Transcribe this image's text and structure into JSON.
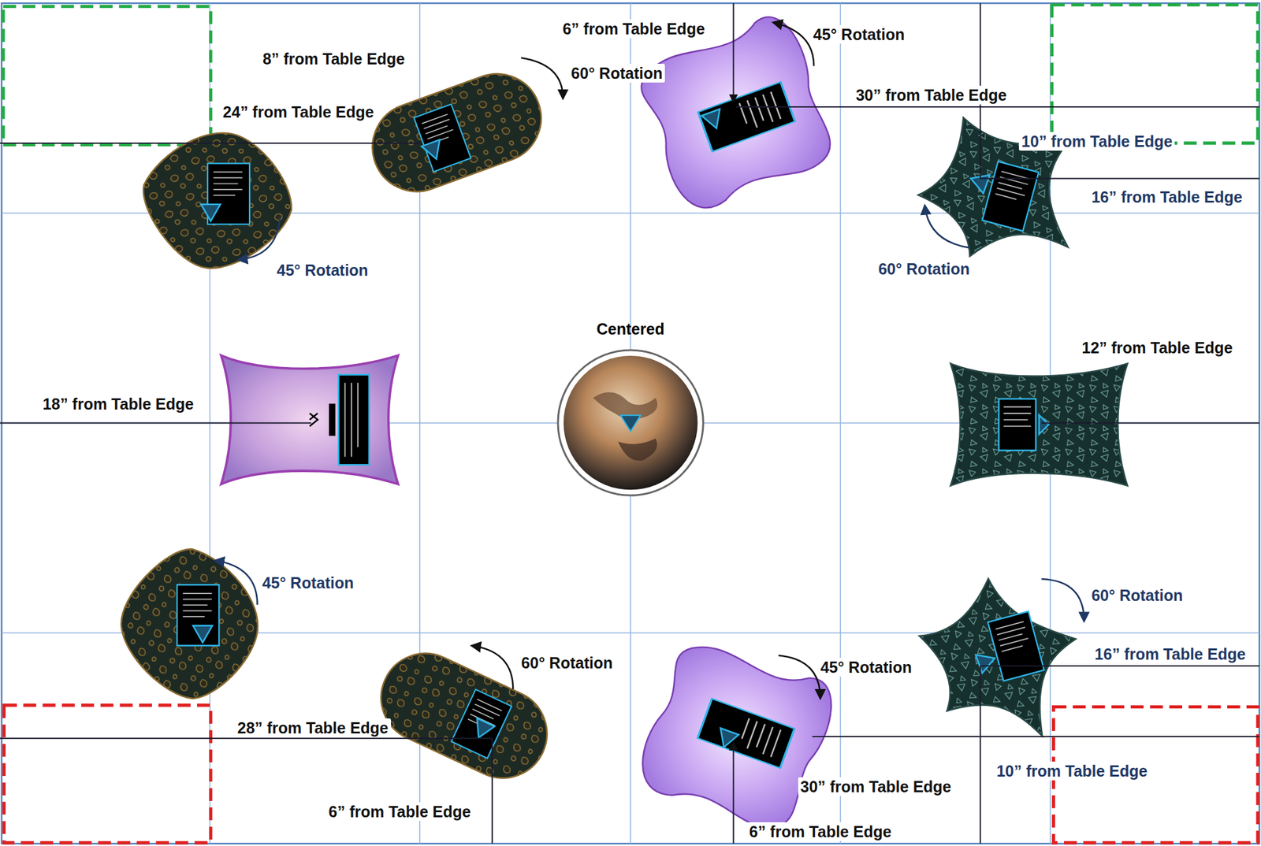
{
  "diagram": {
    "nodes": [
      {
        "text": [
          "Centered"
        ]
      }
    ],
    "labels": [
      "6” from Table Edge",
      "45° Rotation",
      "8” from Table Edge",
      "60° Rotation",
      "30” from Table Edge",
      "24” from Table Edge",
      "10” from Table Edge",
      "16” from Table Edge",
      "45° Rotation",
      "60° Rotation",
      "12” from Table Edge",
      "18” from Table Edge",
      "45° Rotation",
      "60° Rotation",
      "16” from Table Edge",
      "60° Rotation",
      "45° Rotation",
      "28” from Table Edge",
      "10” from Table Edge",
      "30” from Table Edge",
      "6” from Table Edge",
      "6” from Table Edge"
    ]
  }
}
